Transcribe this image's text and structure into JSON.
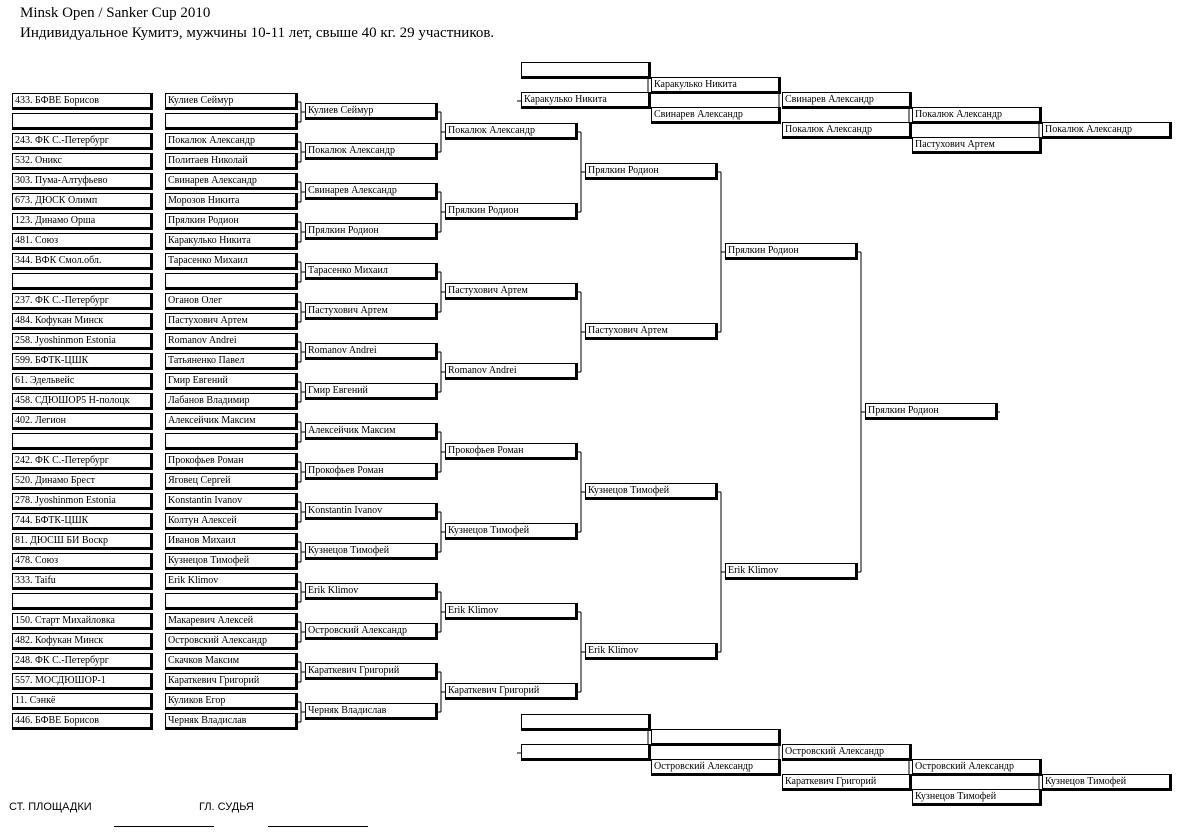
{
  "header": {
    "title": "Minsk Open / Sanker Cup 2010",
    "subtitle": "Индивидуальное Кумитэ, мужчины 10-11 лет, свыше  40 кг. 29 участников."
  },
  "clubs": [
    "433. БФВЕ Борисов",
    "",
    "243. ФК С.-Петербург",
    "532. Оникс",
    "303. Пума-Алтуфьево",
    "673. ДЮСК Олимп",
    "123. Динамо Орша",
    "481. Союз",
    "344. ВФК Смол.обл.",
    "",
    "237. ФК С.-Петербург",
    "484. Кофукан Минск",
    "258. Jyoshinmon Estonia",
    "599. БФТК-ЦШК",
    "61. Эдельвейс",
    "458. СДЮШОР5 Н-полоцк",
    "402. Легион",
    "",
    "242. ФК С.-Петербург",
    "520. Динамо Брест",
    "278. Jyoshinmon Estonia",
    "744. БФТК-ЦШК",
    "81. ДЮСШ БИ Воскр",
    "478. Союз",
    "333. Taifu",
    "",
    "150. Старт Михайловка",
    "482. Кофукан Минск",
    "248. ФК С.-Петербург",
    "557. МОСДЮШОР-1",
    "11. Сэнкё",
    "446. БФВЕ Борисов"
  ],
  "round1": [
    "Кулиев Сеймур",
    "",
    "Покалюк Александр",
    "Политаев Николай",
    "Свинарев  Александр",
    "Морозов Никита",
    "Прялкин Родион",
    "Каракулько Никита",
    "Тарасенко Михаил",
    "",
    "Оганов Олег",
    "Пастухович Артем",
    "Romanov Andrei",
    "Татьяненко Павел",
    "Гмир Евгений",
    "Лабанов Владимир",
    "Алексейчик Максим",
    "",
    "Прокофьев Роман",
    "Яговец Сергей",
    "Konstantin Ivanov",
    "Колтун Алексей",
    "Иванов Михаил",
    "Кузнецов Тимофей",
    "Erik Klimov",
    "",
    "Макаревич Алексей",
    "Островский Александр",
    "Скачков Максим",
    "Караткевич Григорий",
    "Куликов Егор",
    "Черняк Владислав"
  ],
  "round2": [
    "Кулиев Сеймур",
    "Покалюк Александр",
    "Свинарев  Александр",
    "Прялкин Родион",
    "Тарасенко Михаил",
    "Пастухович Артем",
    "Romanov Andrei",
    "Гмир Евгений",
    "Алексейчик Максим",
    "Прокофьев Роман",
    "Konstantin Ivanov",
    "Кузнецов Тимофей",
    "Erik Klimov",
    "Островский Александр",
    "Караткевич Григорий",
    "Черняк Владислав"
  ],
  "round3": [
    "Покалюк Александр",
    "Прялкин Родион",
    "Пастухович Артем",
    "Romanov Andrei",
    "Прокофьев Роман",
    "Кузнецов Тимофей",
    "Erik Klimov",
    "Караткевич Григорий"
  ],
  "round4": [
    "Прялкин Родион",
    "Пастухович Артем",
    "Кузнецов Тимофей",
    "Erik Klimov"
  ],
  "round5": [
    "Прялкин Родион",
    "Erik Klimov"
  ],
  "final": [
    "Прялкин Родион"
  ],
  "repechage_top": {
    "r1": [
      "",
      "Каракулько Никита"
    ],
    "r2": [
      "Каракулько Никита",
      "Свинарев  Александр"
    ],
    "r3": [
      "Свинарев  Александр",
      "Покалюк Александр"
    ],
    "r4": [
      "Покалюк Александр",
      "Пастухович Артем"
    ],
    "r5": [
      "Покалюк Александр"
    ]
  },
  "repechage_bottom": {
    "r1": [
      "",
      ""
    ],
    "r2": [
      "",
      "Островский Александр"
    ],
    "r3": [
      "Островский Александр",
      "Караткевич Григорий"
    ],
    "r4": [
      "Островский Александр",
      "Кузнецов Тимофей"
    ],
    "r5": [
      "Кузнецов Тимофей"
    ]
  },
  "footer": {
    "site_label": "СТ. ПЛОЩАДКИ",
    "judge_label": "ГЛ. СУДЬЯ"
  }
}
